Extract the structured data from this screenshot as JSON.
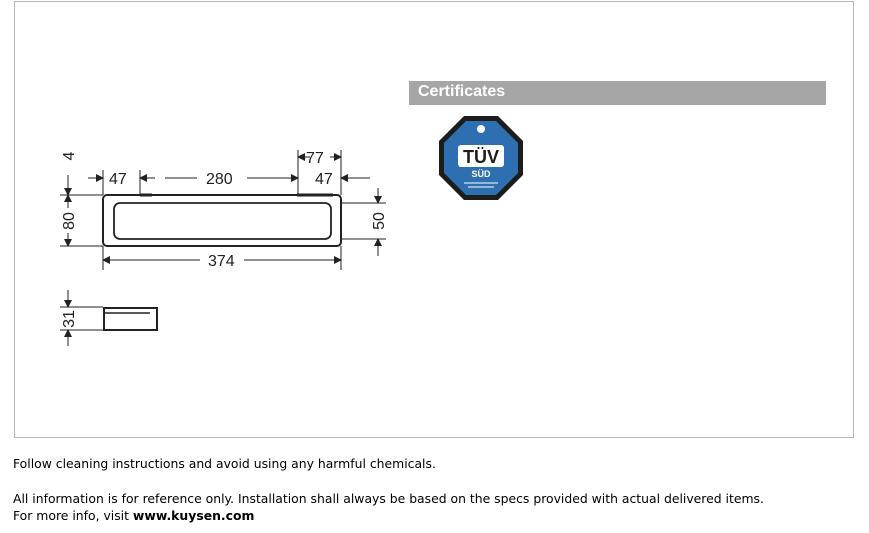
{
  "dimensions": {
    "top_offset": "4",
    "left_offset": "47",
    "center_span": "280",
    "right_top": "77",
    "right_offset": "47",
    "height": "80",
    "inner_height": "50",
    "total_length": "374",
    "profile_height": "31"
  },
  "certificates": {
    "title": "Certificates",
    "badge": {
      "icon": "tuv-sud-badge-icon",
      "brand": "TÜV",
      "sub": "SÜD",
      "colors": {
        "border": "#1d1d1b",
        "field": "#2d6fb0",
        "text": "#ffffff"
      }
    }
  },
  "notes": {
    "line1": "Follow cleaning instructions and avoid using any harmful chemicals.",
    "line2": "All information is for reference only. Installation shall always be based on the specs provided with actual delivered items.",
    "line3_prefix": "For more info, visit ",
    "line3_link": "www.kuysen.com"
  }
}
